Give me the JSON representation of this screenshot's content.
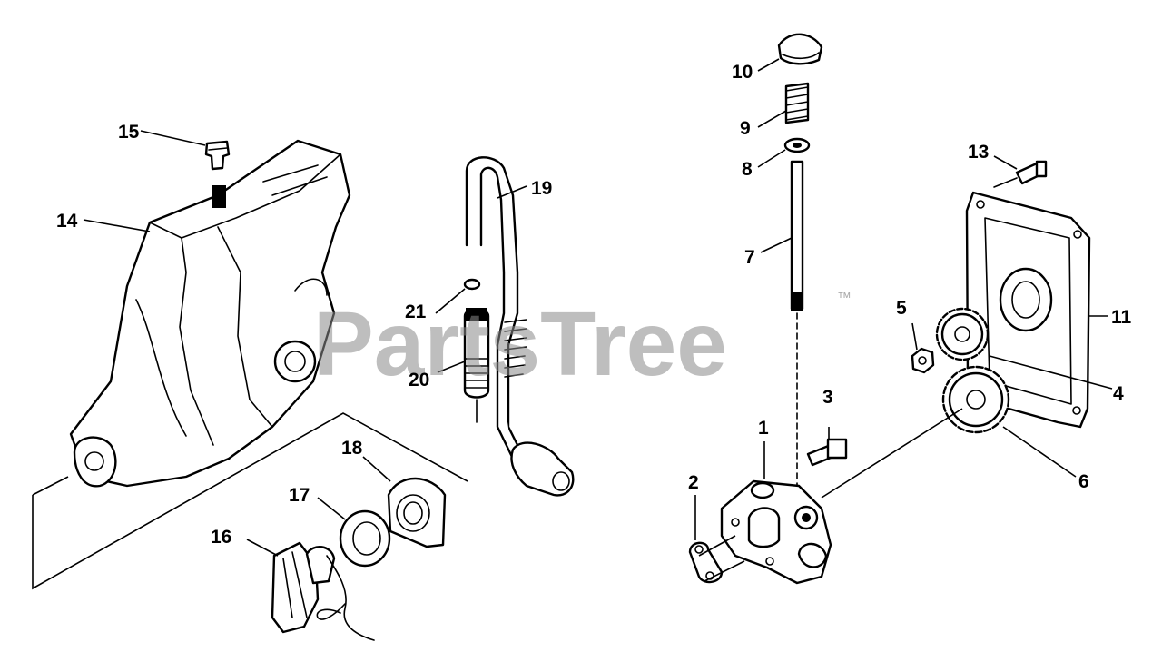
{
  "watermark": {
    "text": "PartsTree",
    "trademark": "™"
  },
  "callouts": {
    "p1": "1",
    "p2": "2",
    "p3": "3",
    "p4": "4",
    "p5": "5",
    "p6": "6",
    "p7": "7",
    "p8": "8",
    "p9": "9",
    "p10": "10",
    "p11": "11",
    "p13": "13",
    "p14": "14",
    "p15": "15",
    "p16": "16",
    "p17": "17",
    "p18": "18",
    "p19": "19",
    "p20": "20",
    "p21": "21"
  }
}
